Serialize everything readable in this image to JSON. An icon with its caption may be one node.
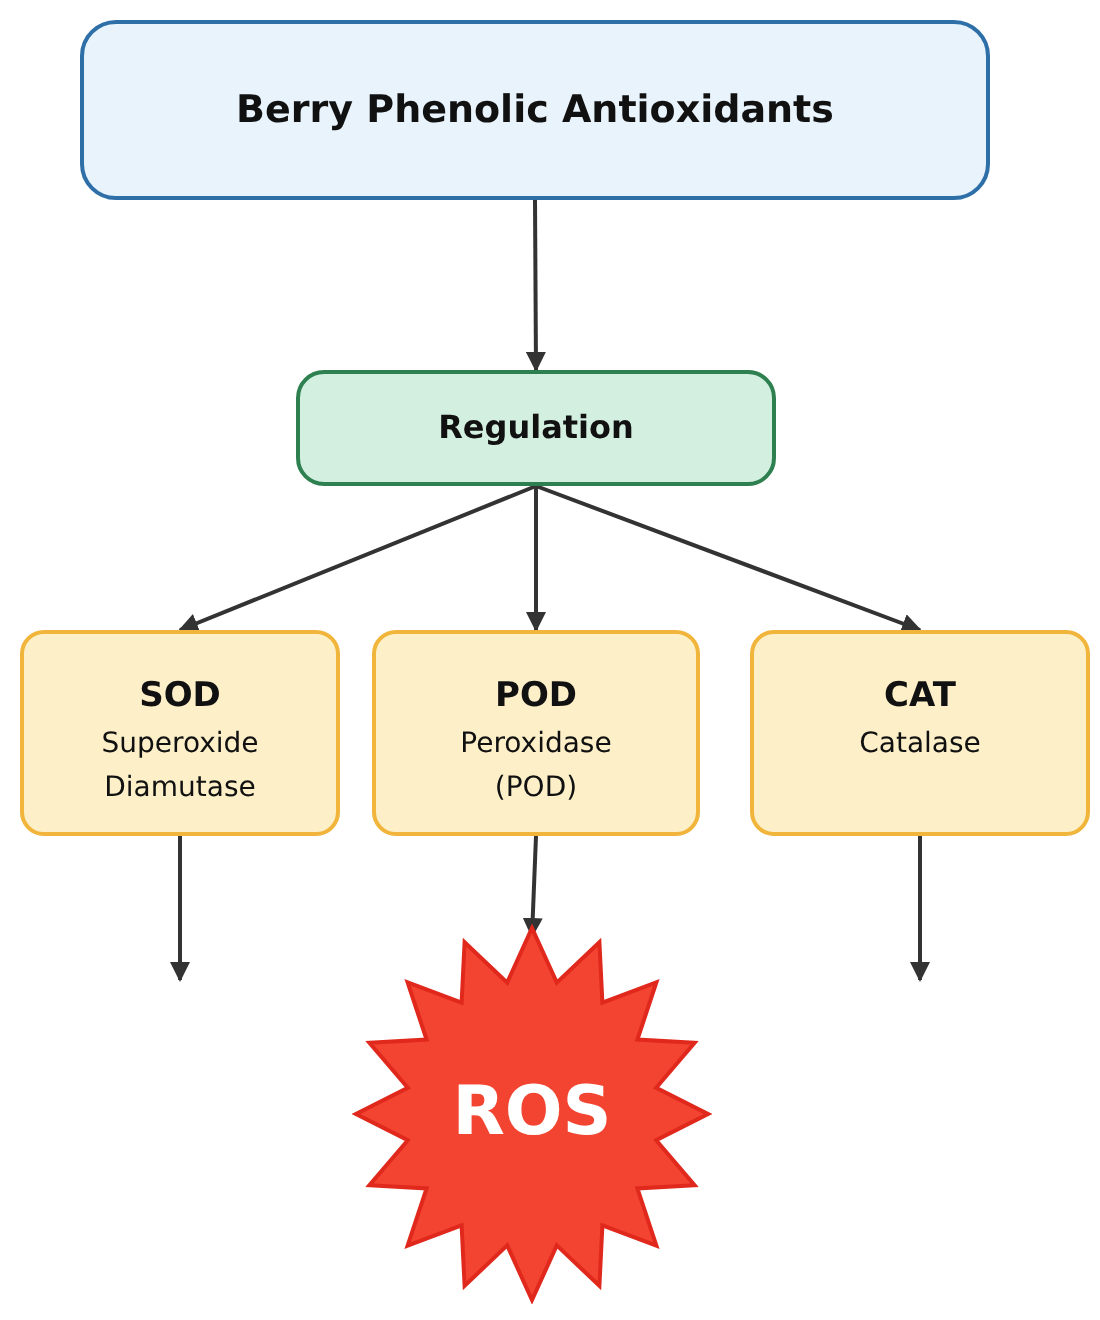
{
  "diagram": {
    "nodes": [
      {
        "text": [
          "Berry Phenolic Antioxidants"
        ]
      },
      {
        "text": [
          "Regulation"
        ]
      },
      {
        "text": [
          "SOD",
          "Superoxide Diamutase"
        ]
      },
      {
        "text": [
          "POD",
          "Peroxidase (POD)"
        ]
      },
      {
        "text": [
          "CAT",
          "Catalase"
        ]
      },
      {
        "text": [
          "ROS"
        ]
      }
    ],
    "edges": [
      {
        "from": 0,
        "to": 1,
        "arrow": "to"
      },
      {
        "from": 1,
        "to": 2,
        "arrow": "to"
      },
      {
        "from": 1,
        "to": 3,
        "arrow": "to"
      },
      {
        "from": 1,
        "to": 4,
        "arrow": "to"
      },
      {
        "from": 2,
        "to": null,
        "arrow": "to"
      },
      {
        "from": 3,
        "to": 5,
        "arrow": "to"
      },
      {
        "from": 4,
        "to": null,
        "arrow": "to"
      }
    ]
  }
}
